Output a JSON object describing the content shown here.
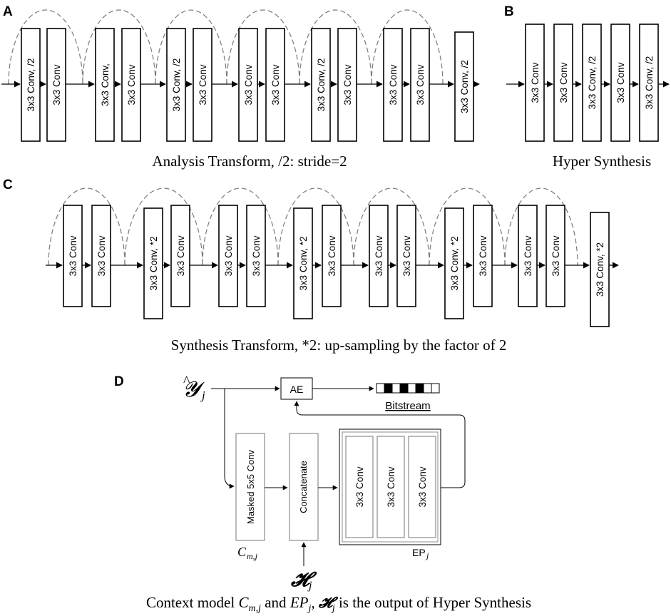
{
  "panels": {
    "a": {
      "letter": "A",
      "caption": "Analysis Transform, /2: stride=2",
      "blocks": [
        "3x3 Conv, /2",
        "3x3 Conv",
        "3x3 Conv,",
        "3x3 Conv",
        "3x3 Conv, /2",
        "3x3 Conv",
        "3x3 Conv",
        "3x3 Conv",
        "3x3 Conv, /2",
        "3x3 Conv",
        "3x3 Conv",
        "3x3 Conv",
        "3x3 Conv, /2"
      ]
    },
    "b": {
      "letter": "B",
      "caption": "Hyper Synthesis",
      "blocks": [
        "3x3 Conv",
        "3x3 Conv",
        "3x3 Conv, /2",
        "3x3 Conv",
        "3x3 Conv, /2"
      ]
    },
    "c": {
      "letter": "C",
      "caption": "Synthesis Transform, *2: up-sampling by the factor of 2",
      "blocks": [
        "3x3 Conv",
        "3x3 Conv",
        "3x3 Conv, *2",
        "3x3 Conv",
        "3x3 Conv",
        "3x3 Conv",
        "3x3 Conv, *2",
        "3x3 Conv",
        "3x3 Conv",
        "3x3 Conv",
        "3x3 Conv, *2",
        "3x3 Conv",
        "3x3 Conv",
        "3x3 Conv",
        "3x3 Conv, *2"
      ]
    },
    "d": {
      "letter": "D",
      "input_symbol": "𝓨",
      "input_sub": "j",
      "ae_label": "AE",
      "bitstream_label": "Bitstream",
      "masked_conv_label": "Masked 5x5 Conv",
      "concat_label": "Concatenate",
      "ep_blocks": [
        "3x3 Conv",
        "3x3 Conv",
        "3x3 Conv"
      ],
      "ep_label": "EP",
      "ep_sub": "j",
      "cm_label": "C",
      "cm_sub": "m,j",
      "hyper_symbol": "𝓗",
      "hyper_sub": "j",
      "caption_parts": {
        "p1": "Context model ",
        "c": "C",
        "csub": "m,j",
        "p2": " and ",
        "ep": "EP",
        "epsub": "j",
        "p3": ", ",
        "h": "𝓗",
        "hsub": "j",
        "p4": " is the output of Hyper Synthesis"
      }
    }
  },
  "colors": {
    "stroke": "#000000",
    "dashed_arc": "#7a7a7a",
    "grey_box": "#8c8c8c",
    "bitstream_dark": "#000000"
  }
}
